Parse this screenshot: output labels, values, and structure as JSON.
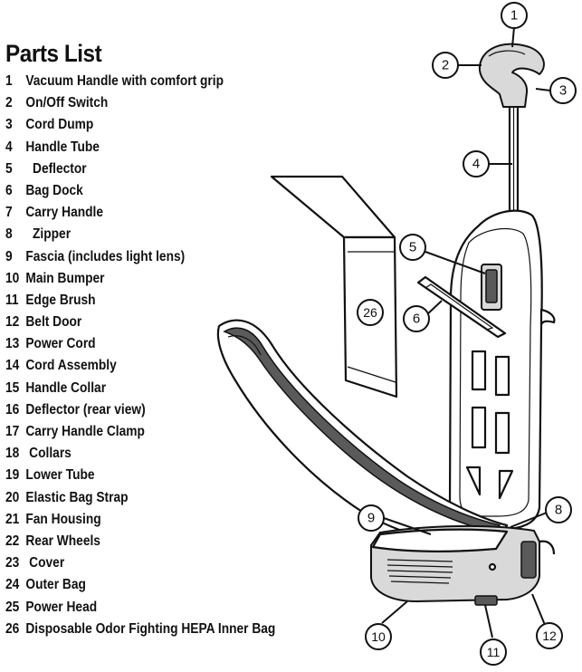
{
  "title": "Parts List",
  "parts": [
    {
      "num": "1",
      "name": "Vacuum Handle with comfort grip"
    },
    {
      "num": "2",
      "name": "On/Off Switch"
    },
    {
      "num": "3",
      "name": "Cord Dump"
    },
    {
      "num": "4",
      "name": "Handle Tube"
    },
    {
      "num": "5",
      "name": "  Deflector"
    },
    {
      "num": "6",
      "name": "Bag Dock"
    },
    {
      "num": "7",
      "name": "Carry Handle"
    },
    {
      "num": "8",
      "name": "  Zipper"
    },
    {
      "num": "9",
      "name": "Fascia (includes light lens)"
    },
    {
      "num": "10",
      "name": "Main Bumper"
    },
    {
      "num": "11",
      "name": "Edge Brush"
    },
    {
      "num": "12",
      "name": "Belt Door"
    },
    {
      "num": "13",
      "name": "Power Cord"
    },
    {
      "num": "14",
      "name": "Cord Assembly"
    },
    {
      "num": "15",
      "name": "Handle Collar"
    },
    {
      "num": "16",
      "name": "Deflector (rear view)"
    },
    {
      "num": "17",
      "name": "Carry Handle Clamp"
    },
    {
      "num": "18",
      "name": " Collars"
    },
    {
      "num": "19",
      "name": "Lower Tube"
    },
    {
      "num": "20",
      "name": "Elastic Bag Strap"
    },
    {
      "num": "21",
      "name": "Fan Housing"
    },
    {
      "num": "22",
      "name": "Rear Wheels"
    },
    {
      "num": "23",
      "name": " Cover"
    },
    {
      "num": "24",
      "name": "Outer Bag"
    },
    {
      "num": "25",
      "name": "Power Head"
    },
    {
      "num": "26",
      "name": "Disposable Odor Fighting HEPA Inner Bag"
    }
  ],
  "callouts": [
    "1",
    "2",
    "3",
    "4",
    "5",
    "6",
    "26",
    "8",
    "9",
    "10",
    "11",
    "12"
  ]
}
